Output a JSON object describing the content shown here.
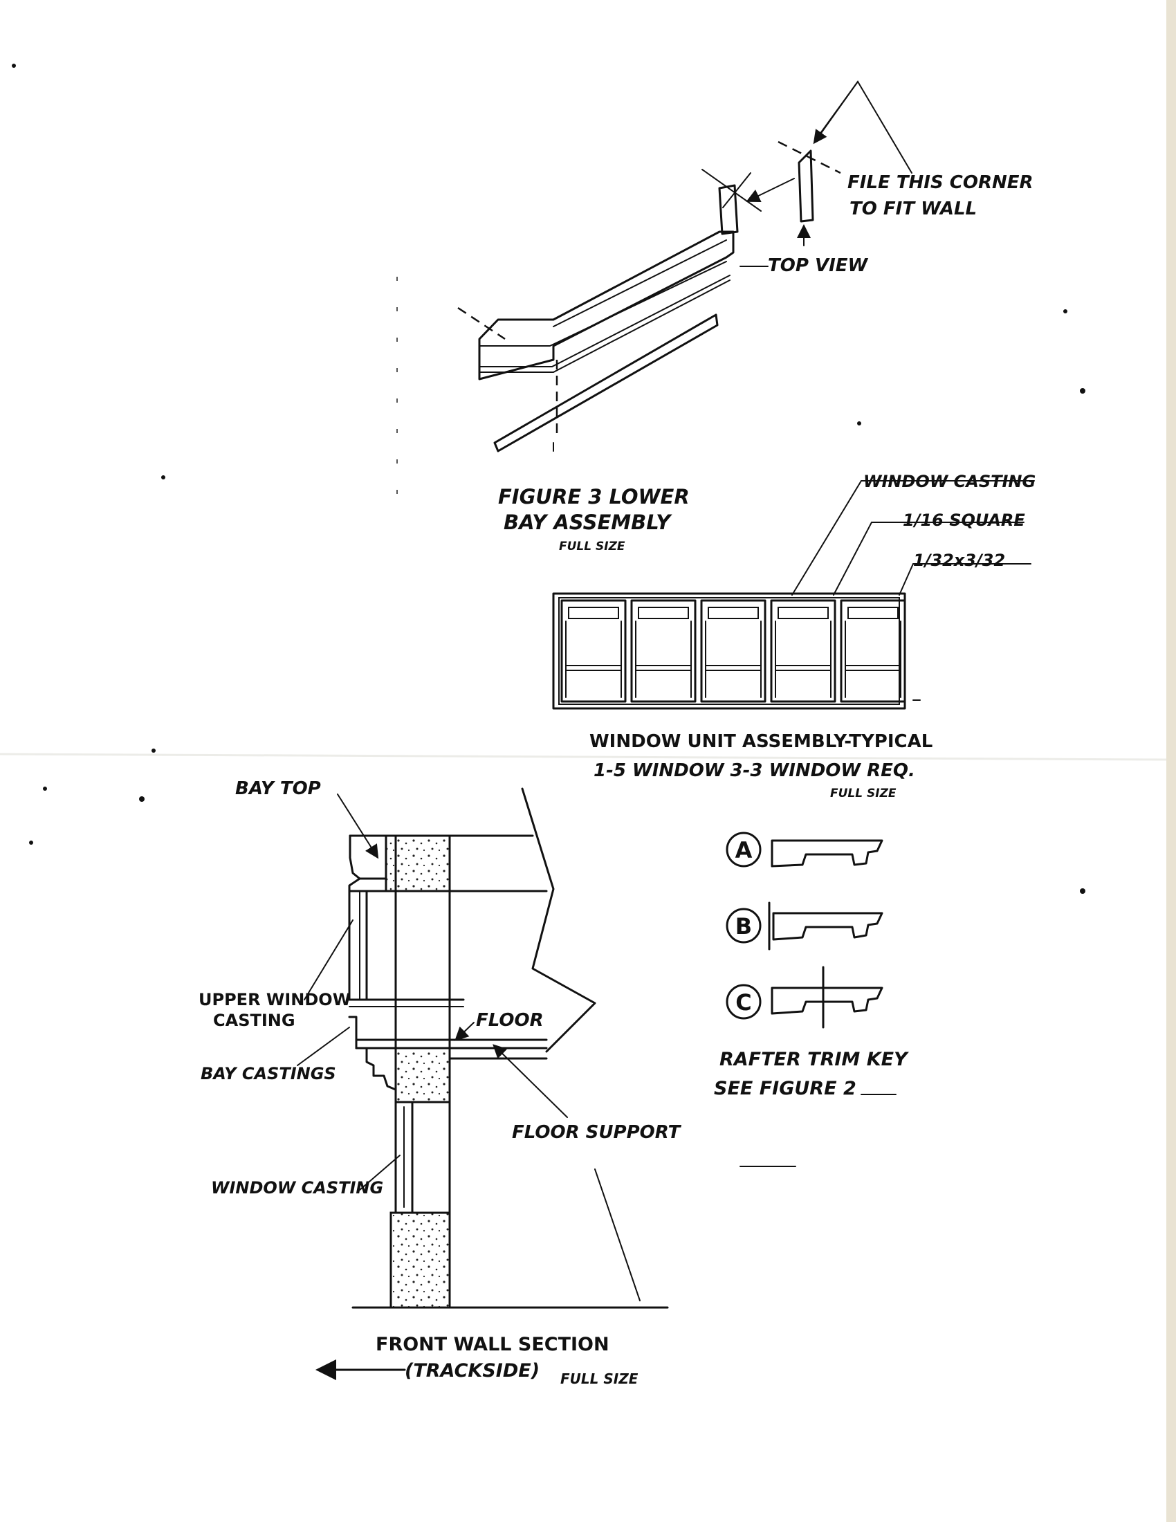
{
  "figure3": {
    "title_line1": "FIGURE 3 LOWER",
    "title_line2": "BAY ASSEMBLY",
    "scale": "FULL SIZE",
    "note_line1": "FILE THIS CORNER",
    "note_line2": "TO FIT WALL",
    "top_view": "TOP VIEW"
  },
  "window_unit": {
    "label_window_casting": "WINDOW CASTING",
    "label_square": "1/16 SQUARE",
    "label_strip": "1/32x3/32",
    "caption_line1": "WINDOW UNIT ASSEMBLY-TYPICAL",
    "caption_line2": "1-5 WINDOW 3-3 WINDOW REQ.",
    "scale": "FULL SIZE"
  },
  "rafter_key": {
    "items": [
      "A",
      "B",
      "C"
    ],
    "title": "RAFTER TRIM KEY",
    "ref": "SEE FIGURE 2"
  },
  "wall_section": {
    "bay_top": "BAY TOP",
    "upper_window_line1": "UPPER WINDOW",
    "upper_window_line2": "CASTING",
    "bay_castings": "BAY CASTINGS",
    "window_casting": "WINDOW CASTING",
    "floor": "FLOOR",
    "floor_support": "FLOOR SUPPORT",
    "title_line1": "FRONT WALL SECTION",
    "title_line2": "(TRACKSIDE)",
    "scale": "FULL SIZE"
  }
}
